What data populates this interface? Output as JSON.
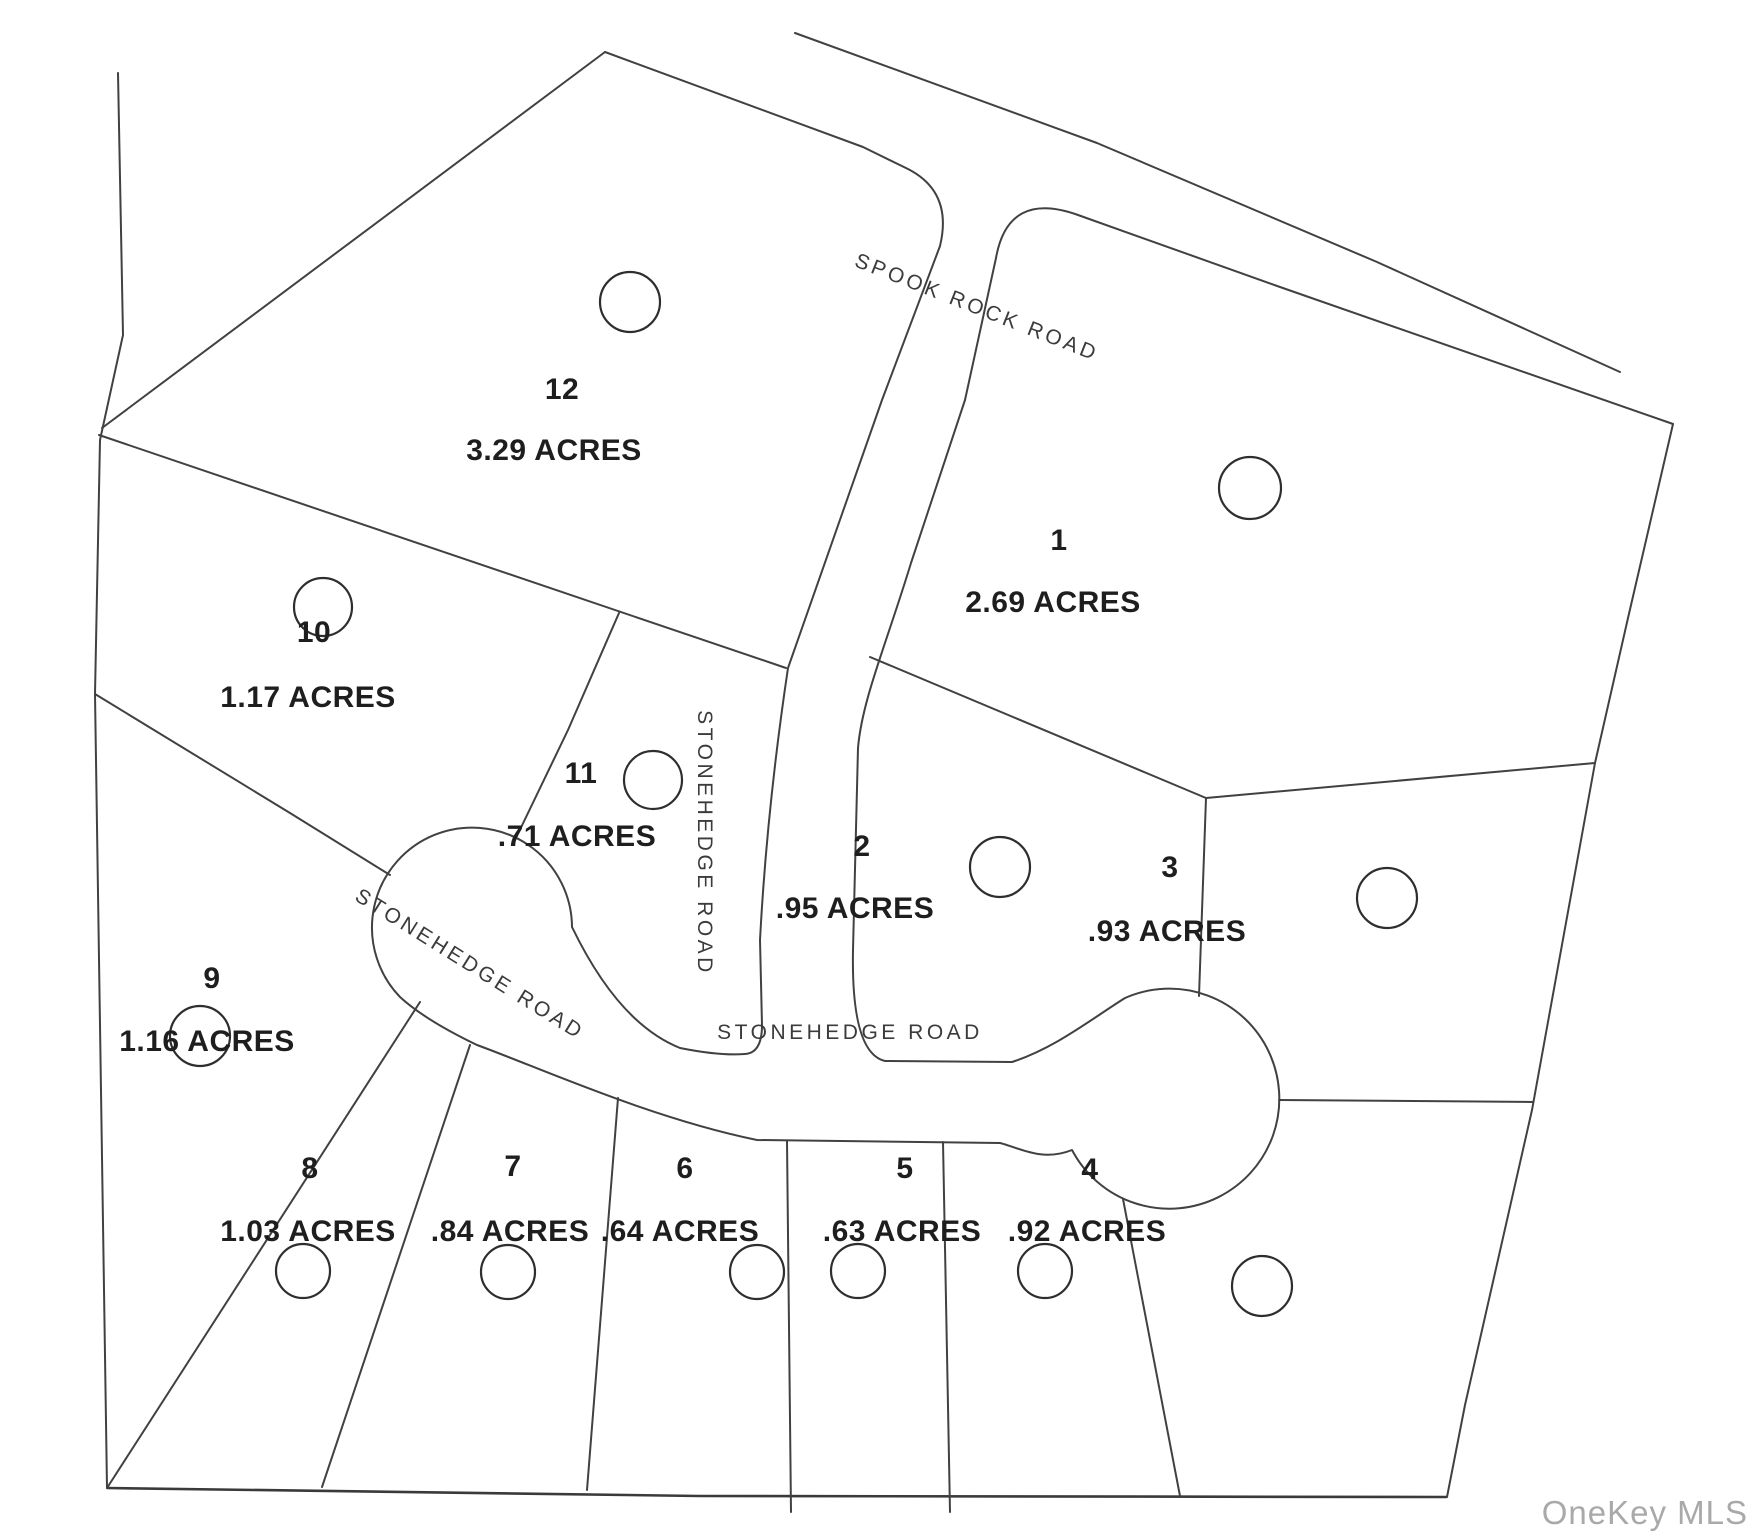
{
  "map": {
    "watermark": "OneKey MLS",
    "roads": {
      "spook_rock_road": "SPOOK ROCK ROAD",
      "stonehedge_road": "STONEHEDGE ROAD"
    },
    "lots": [
      {
        "number": "12",
        "acreage": "3.29 ACRES"
      },
      {
        "number": "1",
        "acreage": "2.69 ACRES"
      },
      {
        "number": "10",
        "acreage": "1.17 ACRES"
      },
      {
        "number": "11",
        "acreage": ".71 ACRES"
      },
      {
        "number": "2",
        "acreage": ".95 ACRES"
      },
      {
        "number": "3",
        "acreage": ".93 ACRES"
      },
      {
        "number": "9",
        "acreage": "1.16 ACRES"
      },
      {
        "number": "8",
        "acreage": "1.03 ACRES"
      },
      {
        "number": "7",
        "acreage": ".84 ACRES"
      },
      {
        "number": "6",
        "acreage": ".64 ACRES"
      },
      {
        "number": "5",
        "acreage": ".63 ACRES"
      },
      {
        "number": "4",
        "acreage": ".92 ACRES"
      }
    ],
    "colors": {
      "background": "#ffffff",
      "line": "#414141",
      "lot_label": "#1e1e1e",
      "road_label": "#3b3b3b",
      "watermark": "#a9a9a9"
    }
  }
}
